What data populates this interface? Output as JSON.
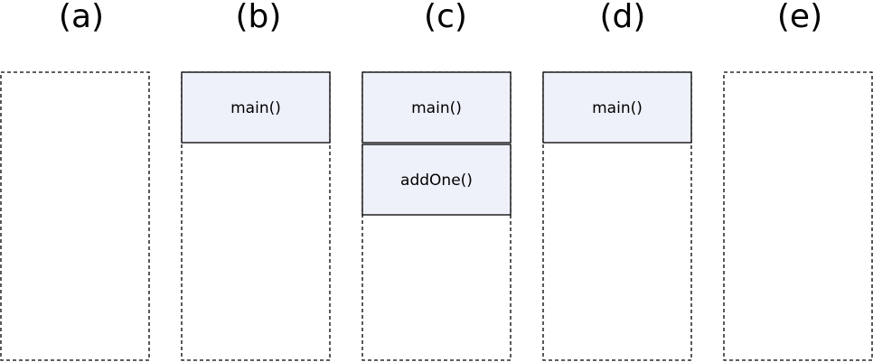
{
  "colors": {
    "frame_fill": "#eef1fa",
    "frame_border": "#000000",
    "outline": "#000000",
    "background": "#ffffff"
  },
  "panels": [
    {
      "label": "(a)",
      "frames": []
    },
    {
      "label": "(b)",
      "frames": [
        "main()"
      ]
    },
    {
      "label": "(c)",
      "frames": [
        "main()",
        "addOne()"
      ]
    },
    {
      "label": "(d)",
      "frames": [
        "main()"
      ]
    },
    {
      "label": "(e)",
      "frames": []
    }
  ]
}
